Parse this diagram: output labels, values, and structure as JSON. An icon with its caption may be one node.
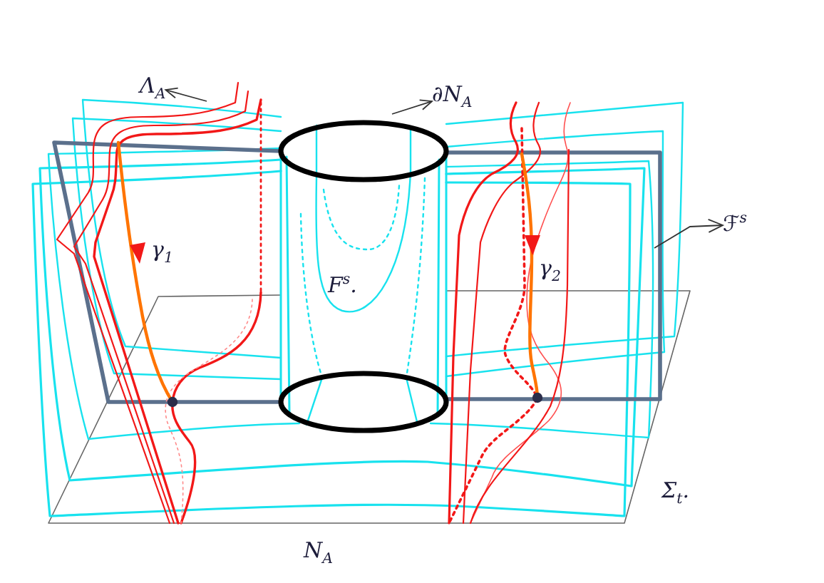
{
  "diagram": {
    "nodes": [
      {
        "text": [
          "Λ$_{A}$"
        ]
      },
      {
        "text": [
          "∂N$_{A}$"
        ]
      },
      {
        "text": [
          "ℱ$^{s}$"
        ]
      }
    ],
    "edges": [
      {
        "from": null,
        "to": 0,
        "arrow": "to"
      },
      {
        "from": null,
        "to": 1,
        "arrow": "to"
      },
      {
        "from": null,
        "to": 2,
        "arrow": "to"
      }
    ],
    "labels": [
      "γ$_{1}$",
      "γ$_{2}$",
      "F$^{s}$.",
      "Σ$_{t}$.",
      "N$_{A}$"
    ]
  }
}
